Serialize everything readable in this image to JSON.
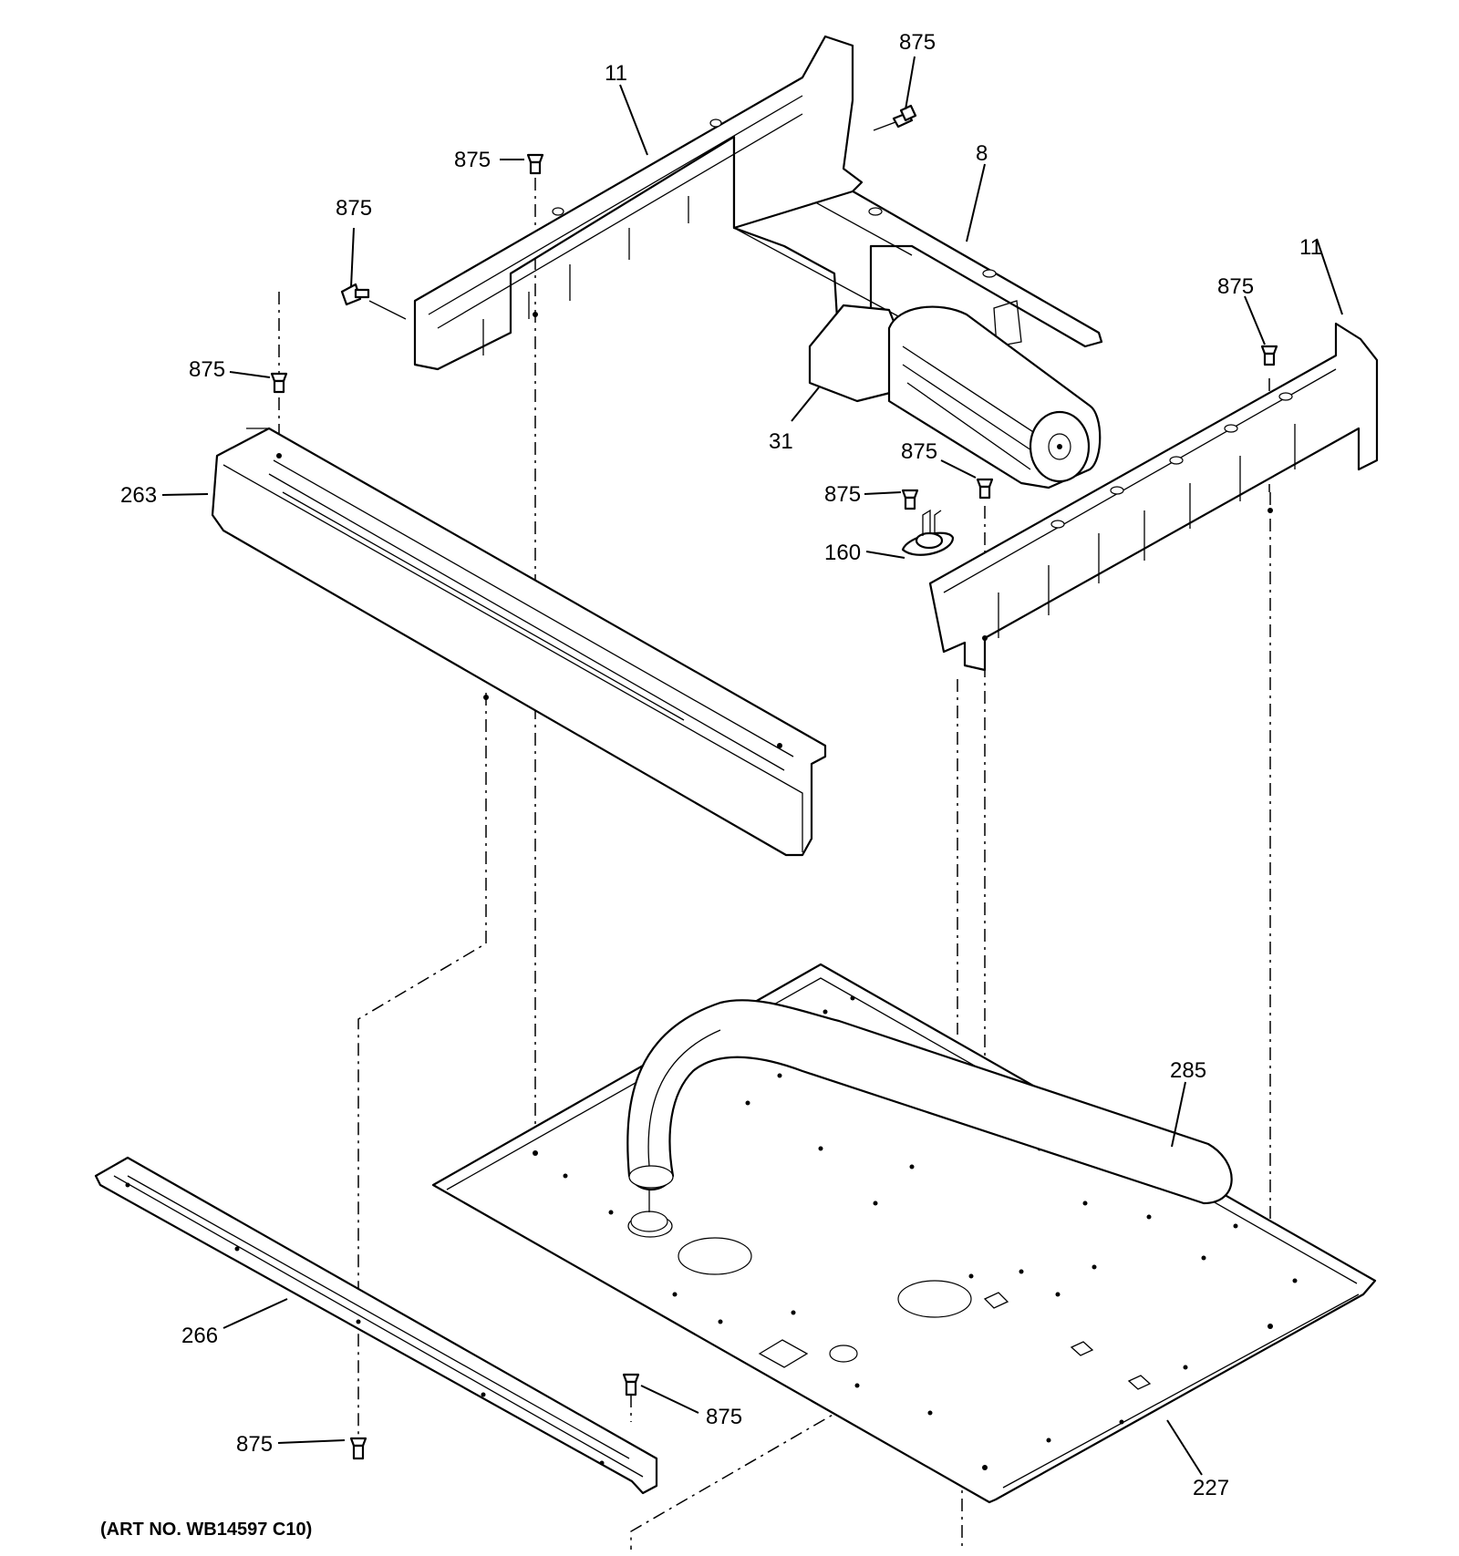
{
  "labels": {
    "screw_top_right": "875",
    "bracket_left": "11",
    "screw_top_center": "875",
    "bracket_back": "8",
    "screw_left_upper": "875",
    "bracket_right": "11",
    "screw_right": "875",
    "screw_trim": "875",
    "trim": "263",
    "fan": "31",
    "screw_fan": "875",
    "screw_thermo": "875",
    "thermostat": "160",
    "duct": "285",
    "rail": "266",
    "screw_bottom": "875",
    "screw_bottom_left": "875",
    "base": "227"
  },
  "footer": {
    "art_number": "(ART NO. WB14597 C10)"
  }
}
